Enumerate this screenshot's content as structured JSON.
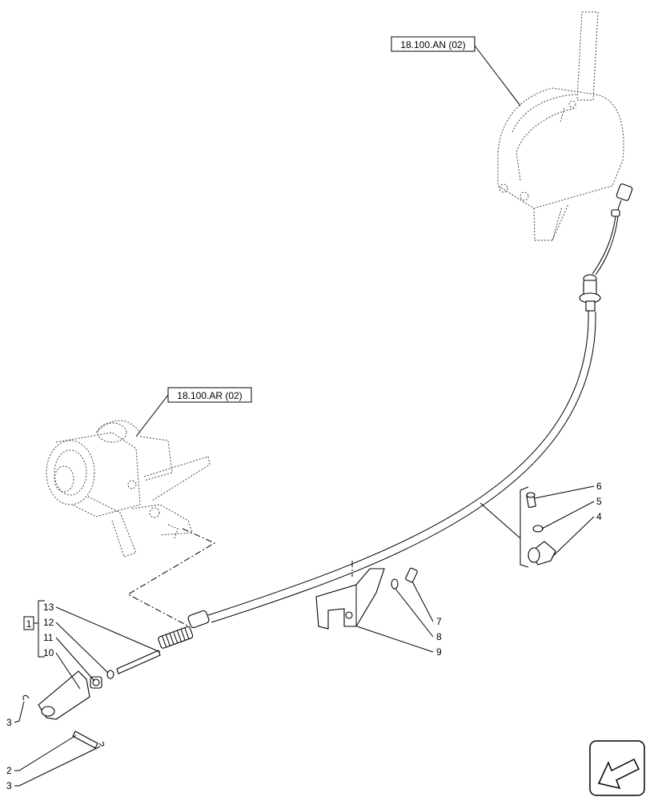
{
  "references": {
    "ref_top": "18.100.AN (02)",
    "ref_mid": "18.100.AR (02)"
  },
  "kit_label": "1",
  "callouts": [
    {
      "id": "c13",
      "text": "13"
    },
    {
      "id": "c12",
      "text": "12"
    },
    {
      "id": "c11",
      "text": "11"
    },
    {
      "id": "c10",
      "text": "10"
    },
    {
      "id": "c3a",
      "text": "3"
    },
    {
      "id": "c2",
      "text": "2"
    },
    {
      "id": "c3b",
      "text": "3"
    },
    {
      "id": "c6",
      "text": "6"
    },
    {
      "id": "c5",
      "text": "5"
    },
    {
      "id": "c4",
      "text": "4"
    },
    {
      "id": "c7",
      "text": "7"
    },
    {
      "id": "c8",
      "text": "8"
    },
    {
      "id": "c9",
      "text": "9"
    }
  ],
  "nav_icon": "arrow-back-icon"
}
